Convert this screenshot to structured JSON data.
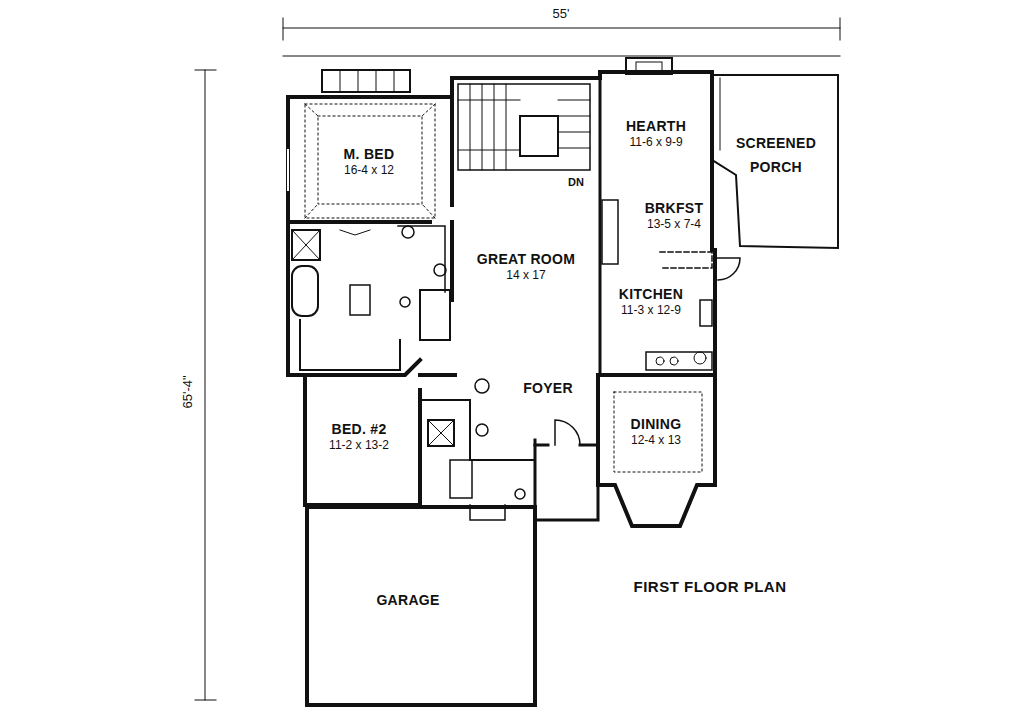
{
  "diagram": {
    "nodes": [
      {
        "text": [
          "M. BED",
          "16-4 x 12"
        ]
      },
      {
        "text": [
          "GREAT ROOM",
          "14 x 17"
        ]
      },
      {
        "text": [
          "HEARTH",
          "11-6 x 9-9"
        ]
      },
      {
        "text": [
          "SCREENED PORCH"
        ]
      },
      {
        "text": [
          "BRKFST",
          "13-5 x 7-4"
        ]
      },
      {
        "text": [
          "KITCHEN",
          "11-3 x 12-9"
        ]
      },
      {
        "text": [
          "FOYER"
        ]
      },
      {
        "text": [
          "BED. #2",
          "11-2 x 13-2"
        ]
      },
      {
        "text": [
          "DINING",
          "12-4 x 13"
        ]
      },
      {
        "text": [
          "GARAGE"
        ]
      }
    ],
    "labels": [
      "55'",
      "65'-4\"",
      "DN",
      "FIRST FLOOR PLAN"
    ]
  }
}
